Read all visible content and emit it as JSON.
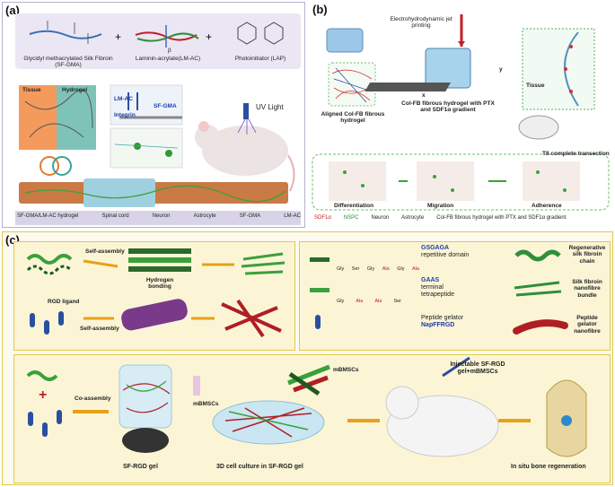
{
  "panel_a": {
    "label": "(a)",
    "reagents": [
      "Glycidyl methacrylated Silk Fibroin (SF-GMA)",
      "Laminin-acrylate(LM-AC)",
      "Photoinitiator (LAP)"
    ],
    "tissue": "Tissue",
    "hydrogel": "Hydrogel",
    "lm_ac": "LM-AC",
    "sf_gma": "SF-GMA",
    "integrin": "Integrin",
    "uv": "UV Light",
    "legend": [
      "SF-GMA/LM-AC hydrogel",
      "Spinal cord",
      "Neuron",
      "Astrocyte",
      "SF-GMA",
      "LM-AC"
    ],
    "beta": "β"
  },
  "panel_b": {
    "label": "(b)",
    "ejp": "Electrohydrodynamic jet printing",
    "aligned": "Aligned Col-FB fibrous hydrogel",
    "gradient": "Col-FB fibrous hydrogel with PTX and SDF1α gradient",
    "tissue": "Tissue",
    "t8": "T8 complete transection",
    "stages": [
      "Differentiation",
      "Migration",
      "Adherence"
    ],
    "legend": [
      "SDF1α",
      "NSPC",
      "Neuron",
      "Astrocyte",
      "Col-FB fibrous hydrogel with PTX and SDF1α gradient"
    ],
    "axis_x": "x",
    "axis_y": "y"
  },
  "panel_c": {
    "label": "(c)",
    "self_assembly": "Self-assembly",
    "hydrogen_bonding": "Hydrogen bonding",
    "rgd_ligand": "RGD ligand",
    "self_assembly2": "Self-assembly",
    "legend_rows": [
      {
        "seq": "GSGAGA",
        "desc": "repetitive domain",
        "right": "Regenerative silk fibroin chain",
        "residues": [
          "Gly",
          "Ser",
          "Gly",
          "Ala",
          "Gly",
          "Ala"
        ]
      },
      {
        "seq": "GAAS",
        "desc": "terminal tetrapeptide",
        "right": "Silk fibroin nanofibre bundle",
        "residues": [
          "Gly",
          "Ala",
          "Ala",
          "Ser"
        ]
      },
      {
        "seq": "NapFFRGD",
        "desc": "Peptide gelator",
        "right": "Peptide gelator nanofibre",
        "residues": []
      }
    ],
    "co_assembly": "Co-assembly",
    "mbmscs": "mBMSCs",
    "mbmscs2": "mBMSCs",
    "gel": "SF-RGD gel",
    "culture": "3D cell culture in SF-RGD gel",
    "injectable": "Injectable SF-RGD gel+mBMSCs",
    "regen": "In situ bone regeneration"
  },
  "colors": {
    "panel_a_bg": "#e8e4f2",
    "panel_b_bg": "#ffffff",
    "panel_c_bg": "#fbf6dc",
    "border_c": "#e2c84a",
    "silk_green": "#3aa13a",
    "rgd_red": "#c0202a"
  }
}
